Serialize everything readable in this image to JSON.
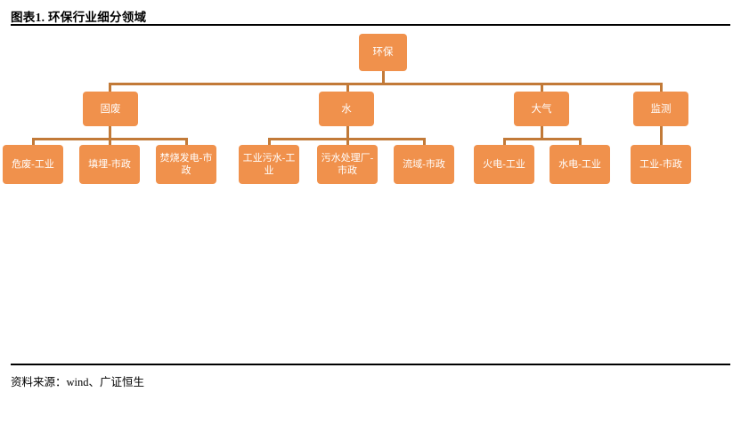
{
  "header": {
    "title": "图表1. 环保行业细分领域"
  },
  "footer": {
    "source": "资料来源：wind、广证恒生"
  },
  "colors": {
    "node_fill": "#F0914C",
    "node_text": "#FFFFFF",
    "connector": "#C27A38",
    "rule": "#000000",
    "background": "#FFFFFF"
  },
  "chart_data": {
    "type": "diagram",
    "title": "图表1. 环保行业细分领域",
    "diagram_kind": "org-tree",
    "orientation": "top-down",
    "root": {
      "id": "root",
      "label": "环保",
      "children": [
        {
          "id": "solid-waste",
          "label": "固废",
          "children": [
            {
              "id": "hazardous-waste",
              "label": "危废-工业"
            },
            {
              "id": "landfill",
              "label": "填埋-市政"
            },
            {
              "id": "incineration-power",
              "label": "焚烧发电-市政"
            }
          ]
        },
        {
          "id": "water",
          "label": "水",
          "children": [
            {
              "id": "industrial-sewage",
              "label": "工业污水-工业"
            },
            {
              "id": "sewage-plant",
              "label": "污水处理厂-市政"
            },
            {
              "id": "watershed",
              "label": "流域-市政"
            }
          ]
        },
        {
          "id": "air",
          "label": "大气",
          "children": [
            {
              "id": "thermal-power",
              "label": "火电-工业"
            },
            {
              "id": "hydro-power",
              "label": "水电-工业"
            }
          ]
        },
        {
          "id": "monitoring",
          "label": "监测",
          "children": [
            {
              "id": "industrial-municipal",
              "label": "工业-市政"
            }
          ]
        }
      ]
    },
    "levels": 3,
    "node_count": 14,
    "leaf_labels": [
      "危废-工业",
      "填埋-市政",
      "焚烧发电-市政",
      "工业污水-工业",
      "污水处理厂-市政",
      "流域-市政",
      "火电-工业",
      "水电-工业",
      "工业-市政"
    ]
  }
}
